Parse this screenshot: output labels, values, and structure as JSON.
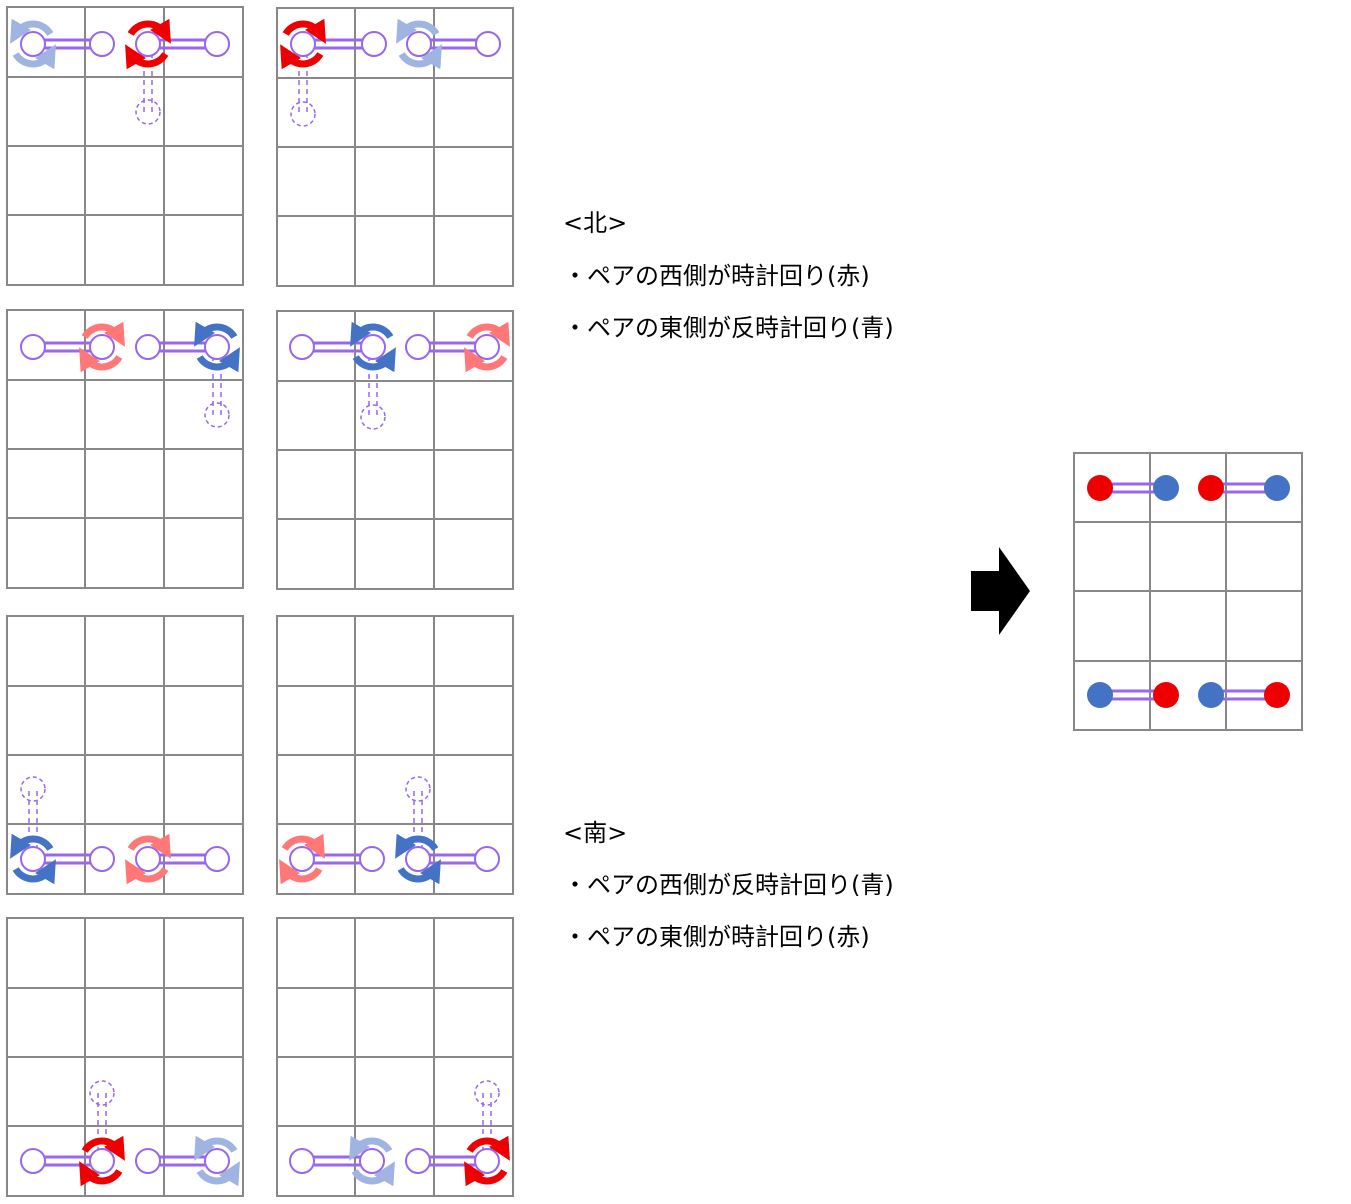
{
  "north": {
    "heading": "<北>",
    "line1": "・ペアの西側が時計回り(赤)",
    "line2": "・ペアの東側が反時計回り(青)"
  },
  "south": {
    "heading": "<南>",
    "line1": "・ペアの西側が反時計回り(青)",
    "line2": "・ペアの東側が時計回り(赤)"
  },
  "colors": {
    "grid": "#888888",
    "pair": "#9966ee",
    "red": "#ee0000",
    "red_light": "#ff7777",
    "blue": "#4472c4",
    "blue_light": "#9fb4e0",
    "arrow": "#000000"
  }
}
